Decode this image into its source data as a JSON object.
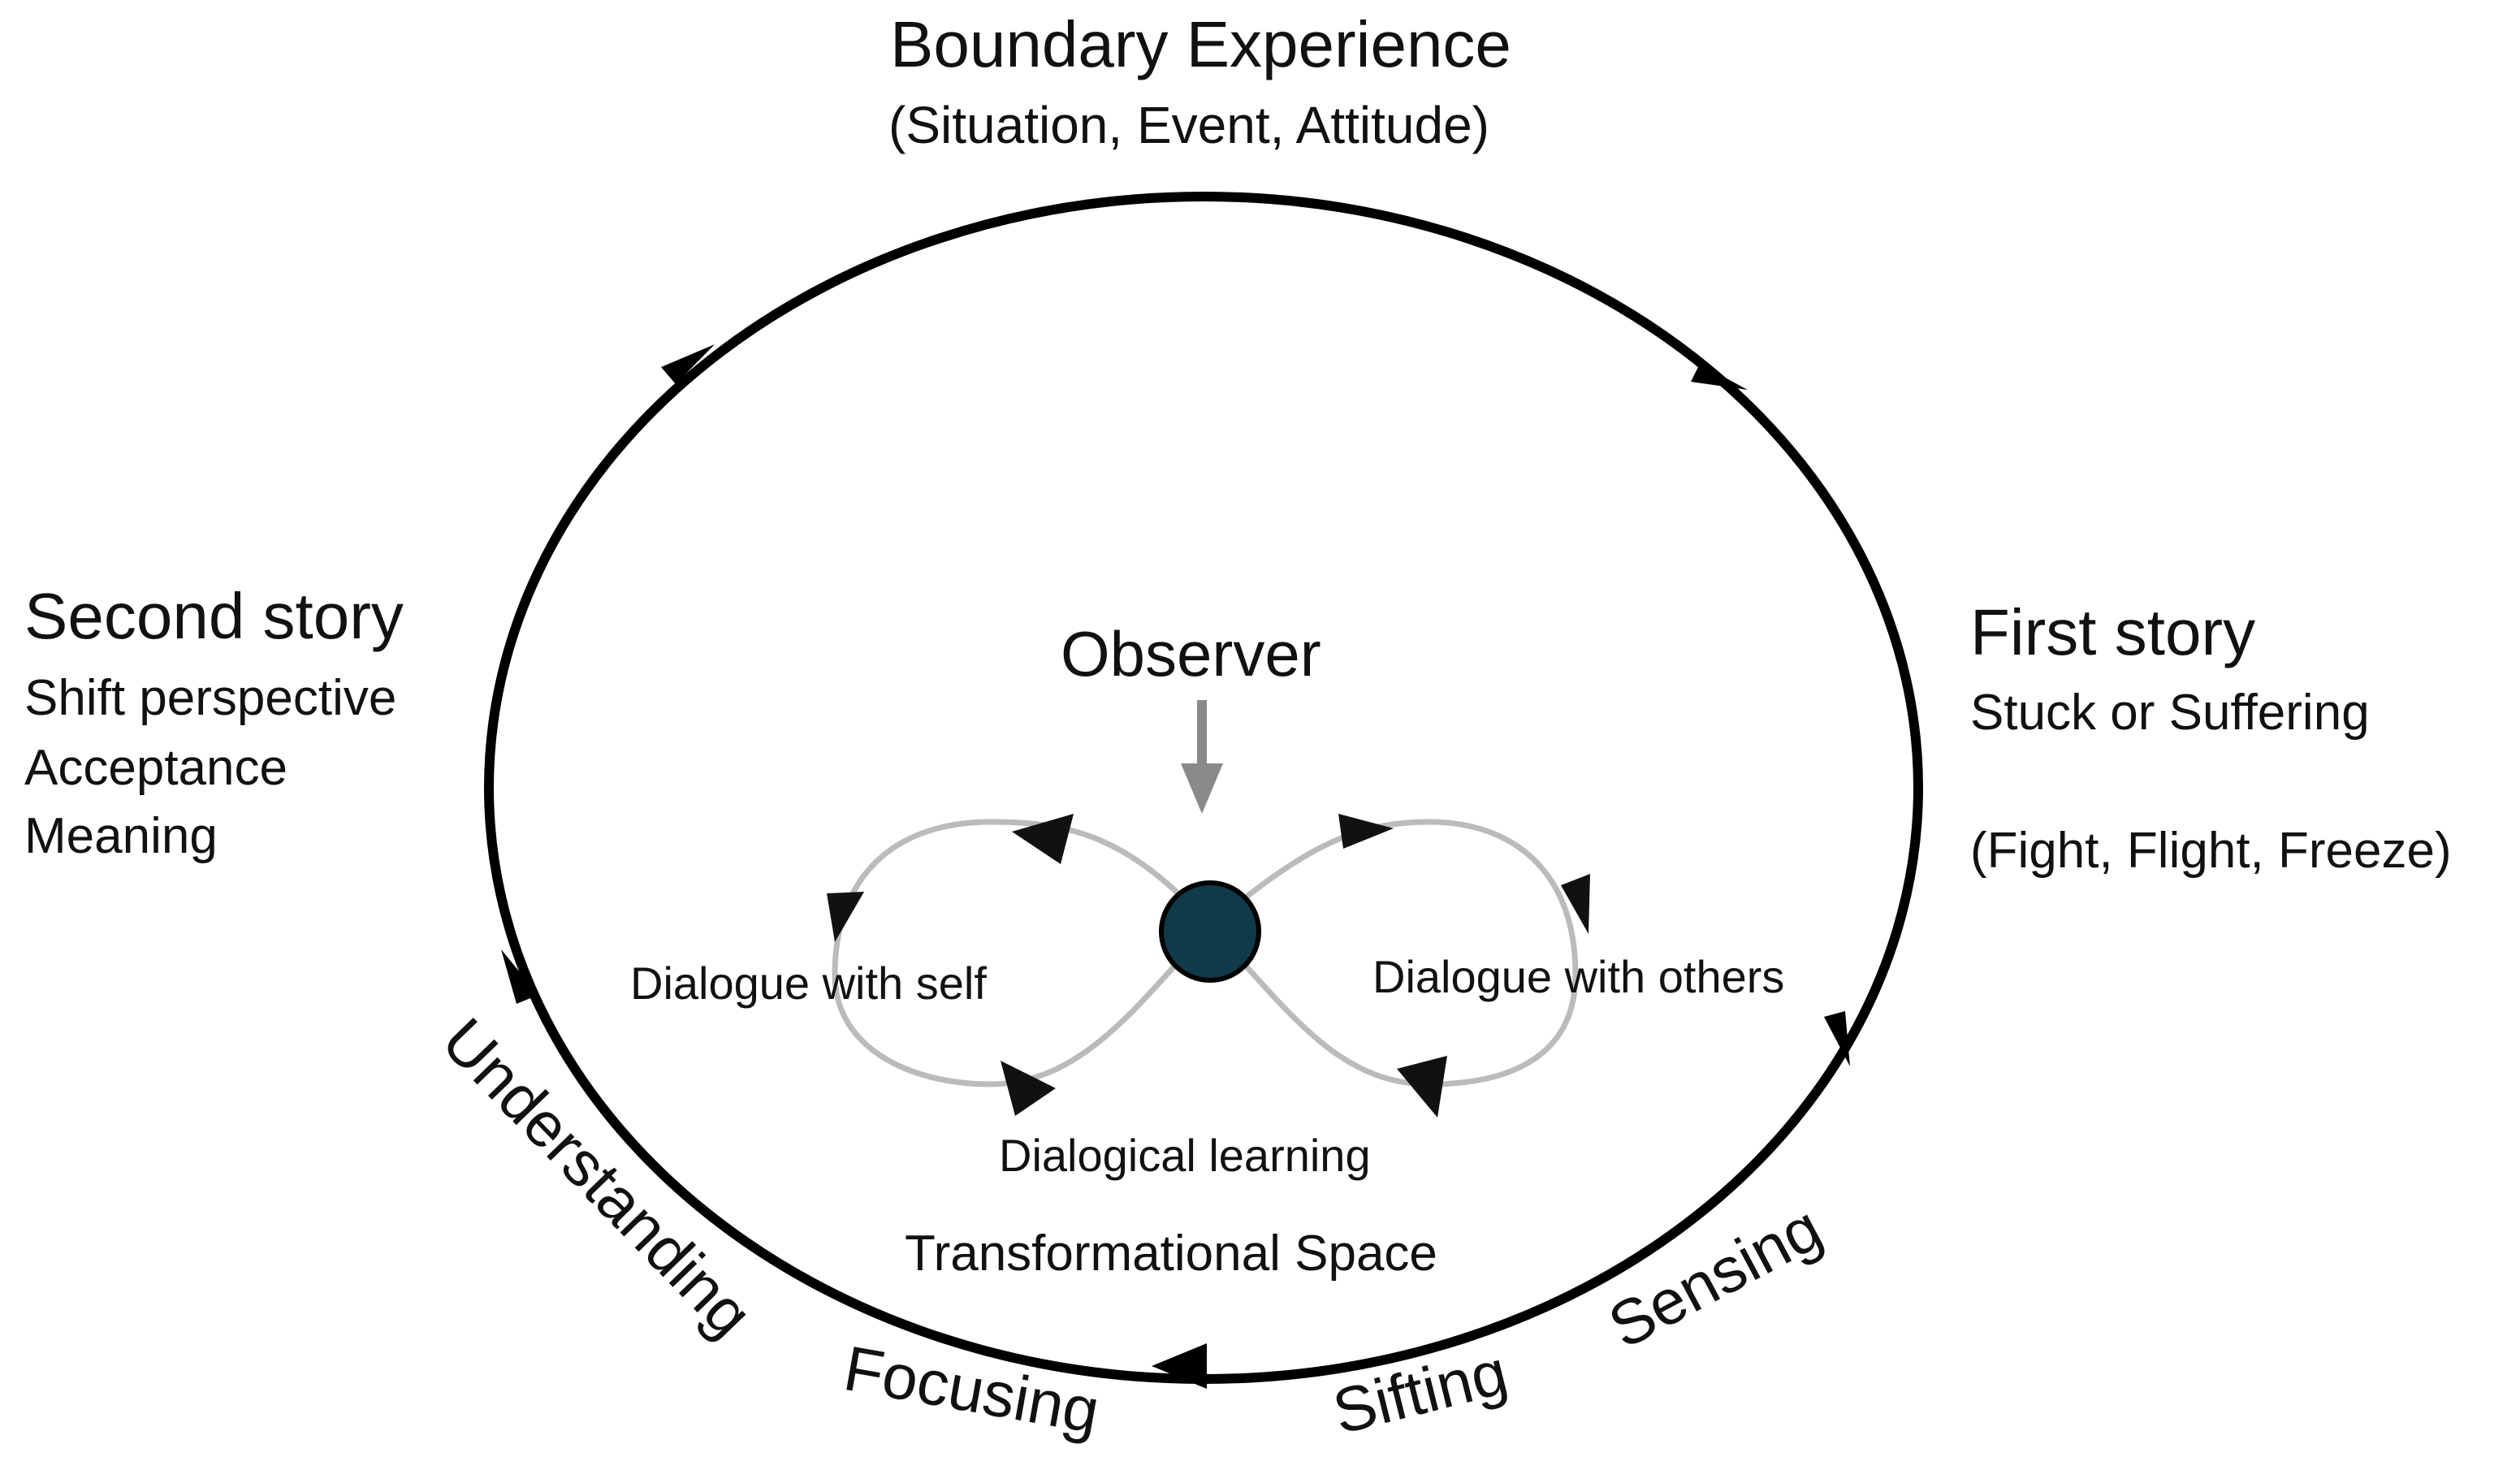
{
  "diagram": {
    "title": "Boundary Experience",
    "subtitle": "(Situation, Event, Attitude)",
    "second_story": {
      "heading": "Second story",
      "items": [
        "Shift perspective",
        "Acceptance",
        "Meaning"
      ]
    },
    "first_story": {
      "heading": "First story",
      "line1": "Stuck or Suffering",
      "line2": "(Fight, Flight, Freeze)"
    },
    "center": {
      "observer": "Observer",
      "dialogue_self": "Dialogue with self",
      "dialogue_others": "Dialogue with others",
      "dialogical_learning": "Dialogical learning",
      "transformational_space": "Transformational Space"
    },
    "stages": {
      "sensing": "Sensing",
      "sifting": "Sifting",
      "focusing": "Focusing",
      "understanding": "Understanding"
    },
    "colors": {
      "outer_cycle": "#000000",
      "infinity_loop": "#bbbbbb",
      "observer_arrow": "#8a8a8a",
      "observer_node": "#0f3a4a"
    }
  }
}
